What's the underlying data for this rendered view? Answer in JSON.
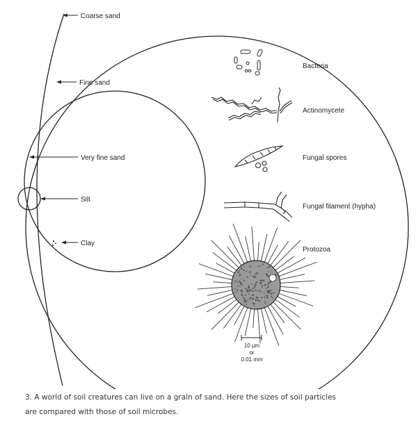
{
  "labels": {
    "coarse_sand": "Coarse sand",
    "fine_sand": "Fine sand",
    "very_fine_sand": "Very fine sand",
    "silt": "Silt",
    "clay": "Clay",
    "bacteria": "Bacteria",
    "actinomycete": "Actinomycete",
    "fungal_spores": "Fungal spores",
    "fungal_filament": "Fungal filament (hypha)",
    "protozoa": "Protozoa"
  },
  "scale_bar": {
    "line1": "10 µm",
    "line2": "or",
    "line3": "0.01 mm"
  },
  "caption": {
    "line1": "3. A world of soil creatures can live on a grain of sand. Here the sizes of soil particles",
    "line2": "are compared with those of soil microbes."
  },
  "colors": {
    "ink": "#222222",
    "background": "#ffffff",
    "caption_text": "#333333"
  }
}
